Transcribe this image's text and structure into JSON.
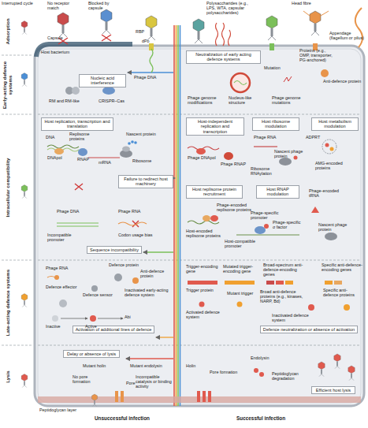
{
  "diagram": {
    "nodes": [
      {
        "text": [
          "Nucleic acid interference"
        ]
      },
      {
        "text": [
          "Neutralization of early acting defence systems"
        ]
      },
      {
        "text": [
          "Host replication, transcription and translation"
        ]
      },
      {
        "text": [
          "Host-independent replication and transcription"
        ]
      },
      {
        "text": [
          "Host ribosome modulation"
        ]
      },
      {
        "text": [
          "Host metabolism modulation"
        ]
      },
      {
        "text": [
          "Failure to redirect host machinery"
        ]
      },
      {
        "text": [
          "Host replisome protein recruitment"
        ]
      },
      {
        "text": [
          "Host RNAP modulation"
        ]
      },
      {
        "text": [
          "Sequence incompatibility"
        ]
      },
      {
        "text": [
          "Activation of additional lines of defence"
        ]
      },
      {
        "text": [
          "Defence neutralization or absence of activation"
        ]
      },
      {
        "text": [
          "Delay or absence of lysis"
        ]
      },
      {
        "text": [
          "Efficient host lysis"
        ]
      }
    ],
    "labels": [
      "Interrupted cycle",
      "Adsorption",
      "Early-acting defence systems",
      "Intracellular compatibility",
      "Late-acting defence systems",
      "Lysis",
      "No receptor match",
      "Blocked by capsule",
      "Capsule",
      "RBP",
      "dPo",
      "Polysaccharides (e.g., LPS, WTA, capsular polysaccharides)",
      "Head fibre",
      "Appendage (flagellum or pilus)",
      "Mutation",
      "Proteins (e.g., OMP, transporter, PG-anchored)",
      "Anti-defence protein",
      "Host bacterium",
      "Phage DNA",
      "RM and RM-like",
      "CRISPR–Cas",
      "Phage genome modifications",
      "Nucleus-like structure",
      "Phage genome mutations",
      "DNA",
      "DNApol",
      "Replisome proteins",
      "RNAP",
      "mRNA",
      "Nascent protein",
      "Ribosome",
      "Phage DNA",
      "Phage RNA",
      "Incompatible promoter",
      "Codon usage bias",
      "Phage DNApol",
      "Phage RNAP",
      "Phage RNA",
      "Nascent phage protein",
      "ADPRT",
      "Ribosome RNAylation",
      "AMG-encoded proteins",
      "Host-encoded replisome proteins",
      "Phage-encoded replisome proteins",
      "Host-compatible promoter",
      "Phage-specific promoter",
      "Phage-specific σ factor",
      "Phage-encoded tRNA",
      "Nascent phage protein",
      "Phage RNA",
      "Defence protein",
      "Anti-defence protein",
      "Inactivated early-acting defence system",
      "Defence effector",
      "Defence sensor",
      "Inactive",
      "Active",
      "Abi",
      "Trigger-encoding gene",
      "Mutated trigger-encoding gene",
      "Trigger protein",
      "Mutant trigger",
      "Activated defence system",
      "Broad-spectrum anti-defence-encoding genes",
      "Specific anti-defence-encoding genes",
      "Broad anti-defence proteins (e.g., kinases, NARP, Bd)",
      "Specific anti-defence proteins",
      "Inactivated defence system",
      "Mutant holin",
      "No pore formation",
      "Mutant endolysin",
      "Pore",
      "Incompatible catalysis or binding activity",
      "Peptidoglycan layer",
      "Unsuccessful infection",
      "Holin",
      "Pore formation",
      "Endolysin",
      "Peptidoglycan degradation",
      "Successful infection"
    ]
  }
}
